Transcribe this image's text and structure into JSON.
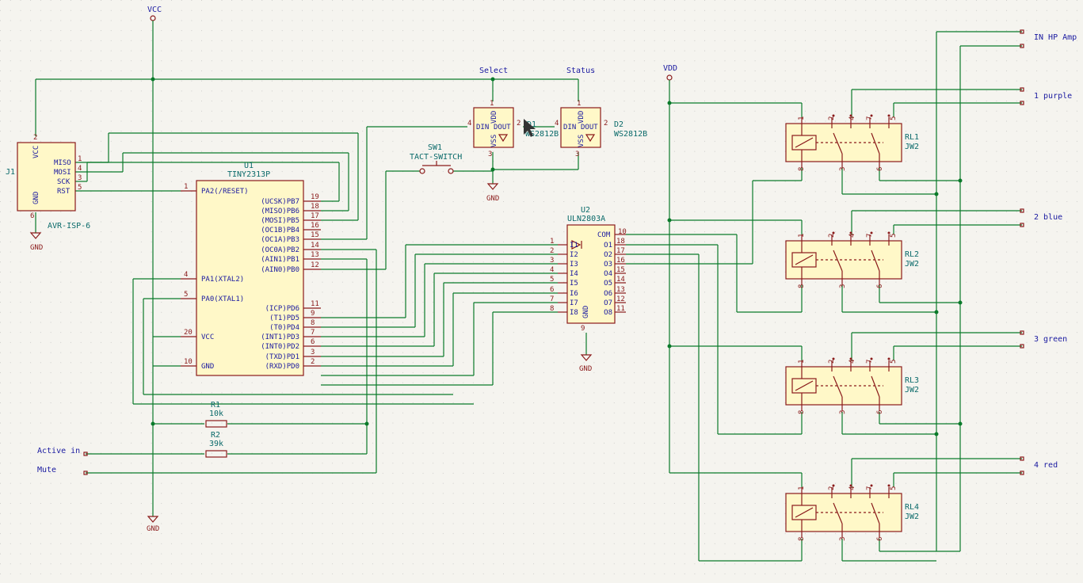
{
  "power": {
    "vcc": "VCC",
    "vdd": "VDD",
    "gnd": "GND"
  },
  "j1": {
    "ref": "J1",
    "value": "AVR-ISP-6",
    "pins": {
      "vcc": "VCC",
      "gnd": "GND",
      "miso": "MISO",
      "mosi": "MOSI",
      "sck": "SCK",
      "rst": "RST"
    },
    "nums": {
      "n2": "2",
      "n6": "6",
      "n1": "1",
      "n4": "4",
      "n3": "3",
      "n5": "5"
    }
  },
  "u1": {
    "ref": "U1",
    "value": "TINY2313P",
    "left": [
      {
        "name": "PA2(/RESET)",
        "num": "1"
      },
      {
        "name": "PA1(XTAL2)",
        "num": "4"
      },
      {
        "name": "PA0(XTAL1)",
        "num": "5"
      },
      {
        "name": "VCC",
        "num": "20"
      },
      {
        "name": "GND",
        "num": "10"
      }
    ],
    "right": [
      {
        "name": "(UCSK)PB7",
        "num": "19"
      },
      {
        "name": "(MISO)PB6",
        "num": "18"
      },
      {
        "name": "(MOSI)PB5",
        "num": "17"
      },
      {
        "name": "(OC1B)PB4",
        "num": "16"
      },
      {
        "name": "(OC1A)PB3",
        "num": "15"
      },
      {
        "name": "(OC0A)PB2",
        "num": "14"
      },
      {
        "name": "(AIN1)PB1",
        "num": "13"
      },
      {
        "name": "(AIN0)PB0",
        "num": "12"
      },
      {
        "name": "(ICP)PD6",
        "num": "11"
      },
      {
        "name": "(T1)PD5",
        "num": "9"
      },
      {
        "name": "(T0)PD4",
        "num": "8"
      },
      {
        "name": "(INT1)PD3",
        "num": "7"
      },
      {
        "name": "(INT0)PD2",
        "num": "6"
      },
      {
        "name": "(TXD)PD1",
        "num": "3"
      },
      {
        "name": "(RXD)PD0",
        "num": "2"
      }
    ]
  },
  "u2": {
    "ref": "U2",
    "value": "ULN2803A",
    "com": "COM",
    "gnd": "GND",
    "inputs": [
      {
        "name": "I1",
        "num": "1"
      },
      {
        "name": "I2",
        "num": "2"
      },
      {
        "name": "I3",
        "num": "3"
      },
      {
        "name": "I4",
        "num": "4"
      },
      {
        "name": "I5",
        "num": "5"
      },
      {
        "name": "I6",
        "num": "6"
      },
      {
        "name": "I7",
        "num": "7"
      },
      {
        "name": "I8",
        "num": "8"
      }
    ],
    "outputs": [
      {
        "name": "O1",
        "num": "18"
      },
      {
        "name": "O2",
        "num": "17"
      },
      {
        "name": "O3",
        "num": "16"
      },
      {
        "name": "O4",
        "num": "15"
      },
      {
        "name": "O5",
        "num": "14"
      },
      {
        "name": "O6",
        "num": "13"
      },
      {
        "name": "O7",
        "num": "12"
      },
      {
        "name": "O8",
        "num": "11"
      }
    ],
    "com_num": "10",
    "gnd_num": "9"
  },
  "d1": {
    "ref": "D1",
    "value": "WS2812B",
    "net": "Select"
  },
  "d2": {
    "ref": "D2",
    "value": "WS2812B",
    "net": "Status"
  },
  "led_pins": {
    "vdd": "VDD",
    "vss": "VSS",
    "din": "DIN",
    "dout": "DOUT",
    "n1": "1",
    "n2": "2",
    "n3": "3",
    "n4": "4"
  },
  "sw1": {
    "ref": "SW1",
    "value": "TACT-SWITCH"
  },
  "r1": {
    "ref": "R1",
    "value": "10k"
  },
  "r2": {
    "ref": "R2",
    "value": "39k"
  },
  "nets": {
    "active_in": "Active in",
    "mute": "Mute",
    "in_hp_amp": "IN HP Amp",
    "ch1": "1 purple",
    "ch2": "2 blue",
    "ch3": "3 green",
    "ch4": "4 red"
  },
  "relays": [
    {
      "ref": "RL1",
      "value": "JW2"
    },
    {
      "ref": "RL2",
      "value": "JW2"
    },
    {
      "ref": "RL3",
      "value": "JW2"
    },
    {
      "ref": "RL4",
      "value": "JW2"
    }
  ],
  "relay_pins": {
    "p1": "1",
    "p2": "2",
    "p3": "3",
    "p4": "4",
    "p5": "5",
    "p6": "6",
    "p7": "7",
    "p8": "8"
  },
  "colors": {
    "wire": "#0a7a2a",
    "body": "#8a1a1a",
    "fill": "#fff8c8",
    "label": "#1a1aa0",
    "ref": "#0a6a6a",
    "background": "#f5f4ef"
  }
}
